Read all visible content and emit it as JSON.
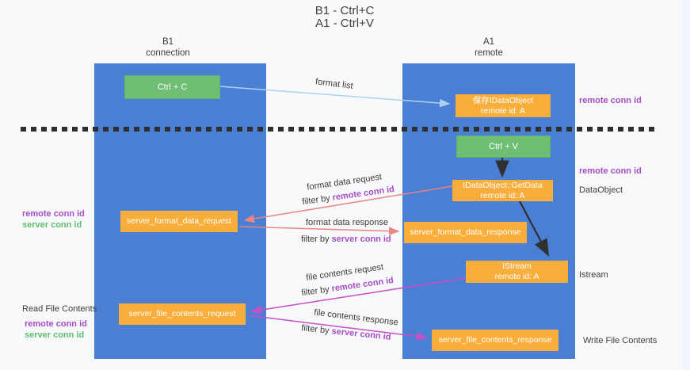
{
  "title": {
    "line1": "B1 - Ctrl+C",
    "line2": "A1 - Ctrl+V"
  },
  "lanes": {
    "left": {
      "title": "B1",
      "subtitle": "connection"
    },
    "right": {
      "title": "A1",
      "subtitle": "remote"
    }
  },
  "nodes": {
    "ctrl_c": {
      "label": "Ctrl + C"
    },
    "save_idataobject": {
      "line1": "保存IDataObject",
      "line2": "remote id: A"
    },
    "ctrl_v": {
      "label": "Ctrl + V"
    },
    "getdata": {
      "line1": "IDataObject::GetData",
      "line2": "remote id: A"
    },
    "format_request": {
      "label": "server_format_data_request"
    },
    "format_response": {
      "label": "server_format_data_response"
    },
    "istream": {
      "line1": "IStream",
      "line2": "remote id: A"
    },
    "file_request": {
      "label": "server_file_contents_request"
    },
    "file_response": {
      "label": "server_file_contents_response"
    }
  },
  "edge_labels": {
    "format_list": "format list",
    "format_data_request": "format data request",
    "format_data_response": "format data response",
    "file_contents_request": "file contents request",
    "file_contents_response": "file contents response",
    "filter_by": "filter by ",
    "remote_conn_id": "remote conn id",
    "server_conn_id": "server conn id"
  },
  "side_labels": {
    "right_remote_conn_id_top": "remote conn id",
    "right_remote_conn_id_mid": "remote conn id",
    "dataobject": "DataObject",
    "istream": "Istream",
    "write_file_contents": "Write File Contents",
    "left_remote_conn_id_top": "remote conn id",
    "left_server_conn_id_top": "server conn id",
    "read_file_contents": "Read File Contents",
    "left_remote_conn_id_bottom": "remote conn id",
    "left_server_conn_id_bottom": "server conn id"
  },
  "colors": {
    "lane_blue": "#4a7fd3",
    "node_orange": "#f9ae3c",
    "node_green": "#6fbe73",
    "purple_text": "#a64dc6",
    "green_text": "#5fbe6e",
    "arrow_lightblue": "#a8d2f0",
    "arrow_salmon": "#e88585",
    "arrow_magenta": "#cb4ec6",
    "arrow_black": "#303030",
    "dash_line": "#2e2e2e",
    "background": "#f8f9fa"
  }
}
